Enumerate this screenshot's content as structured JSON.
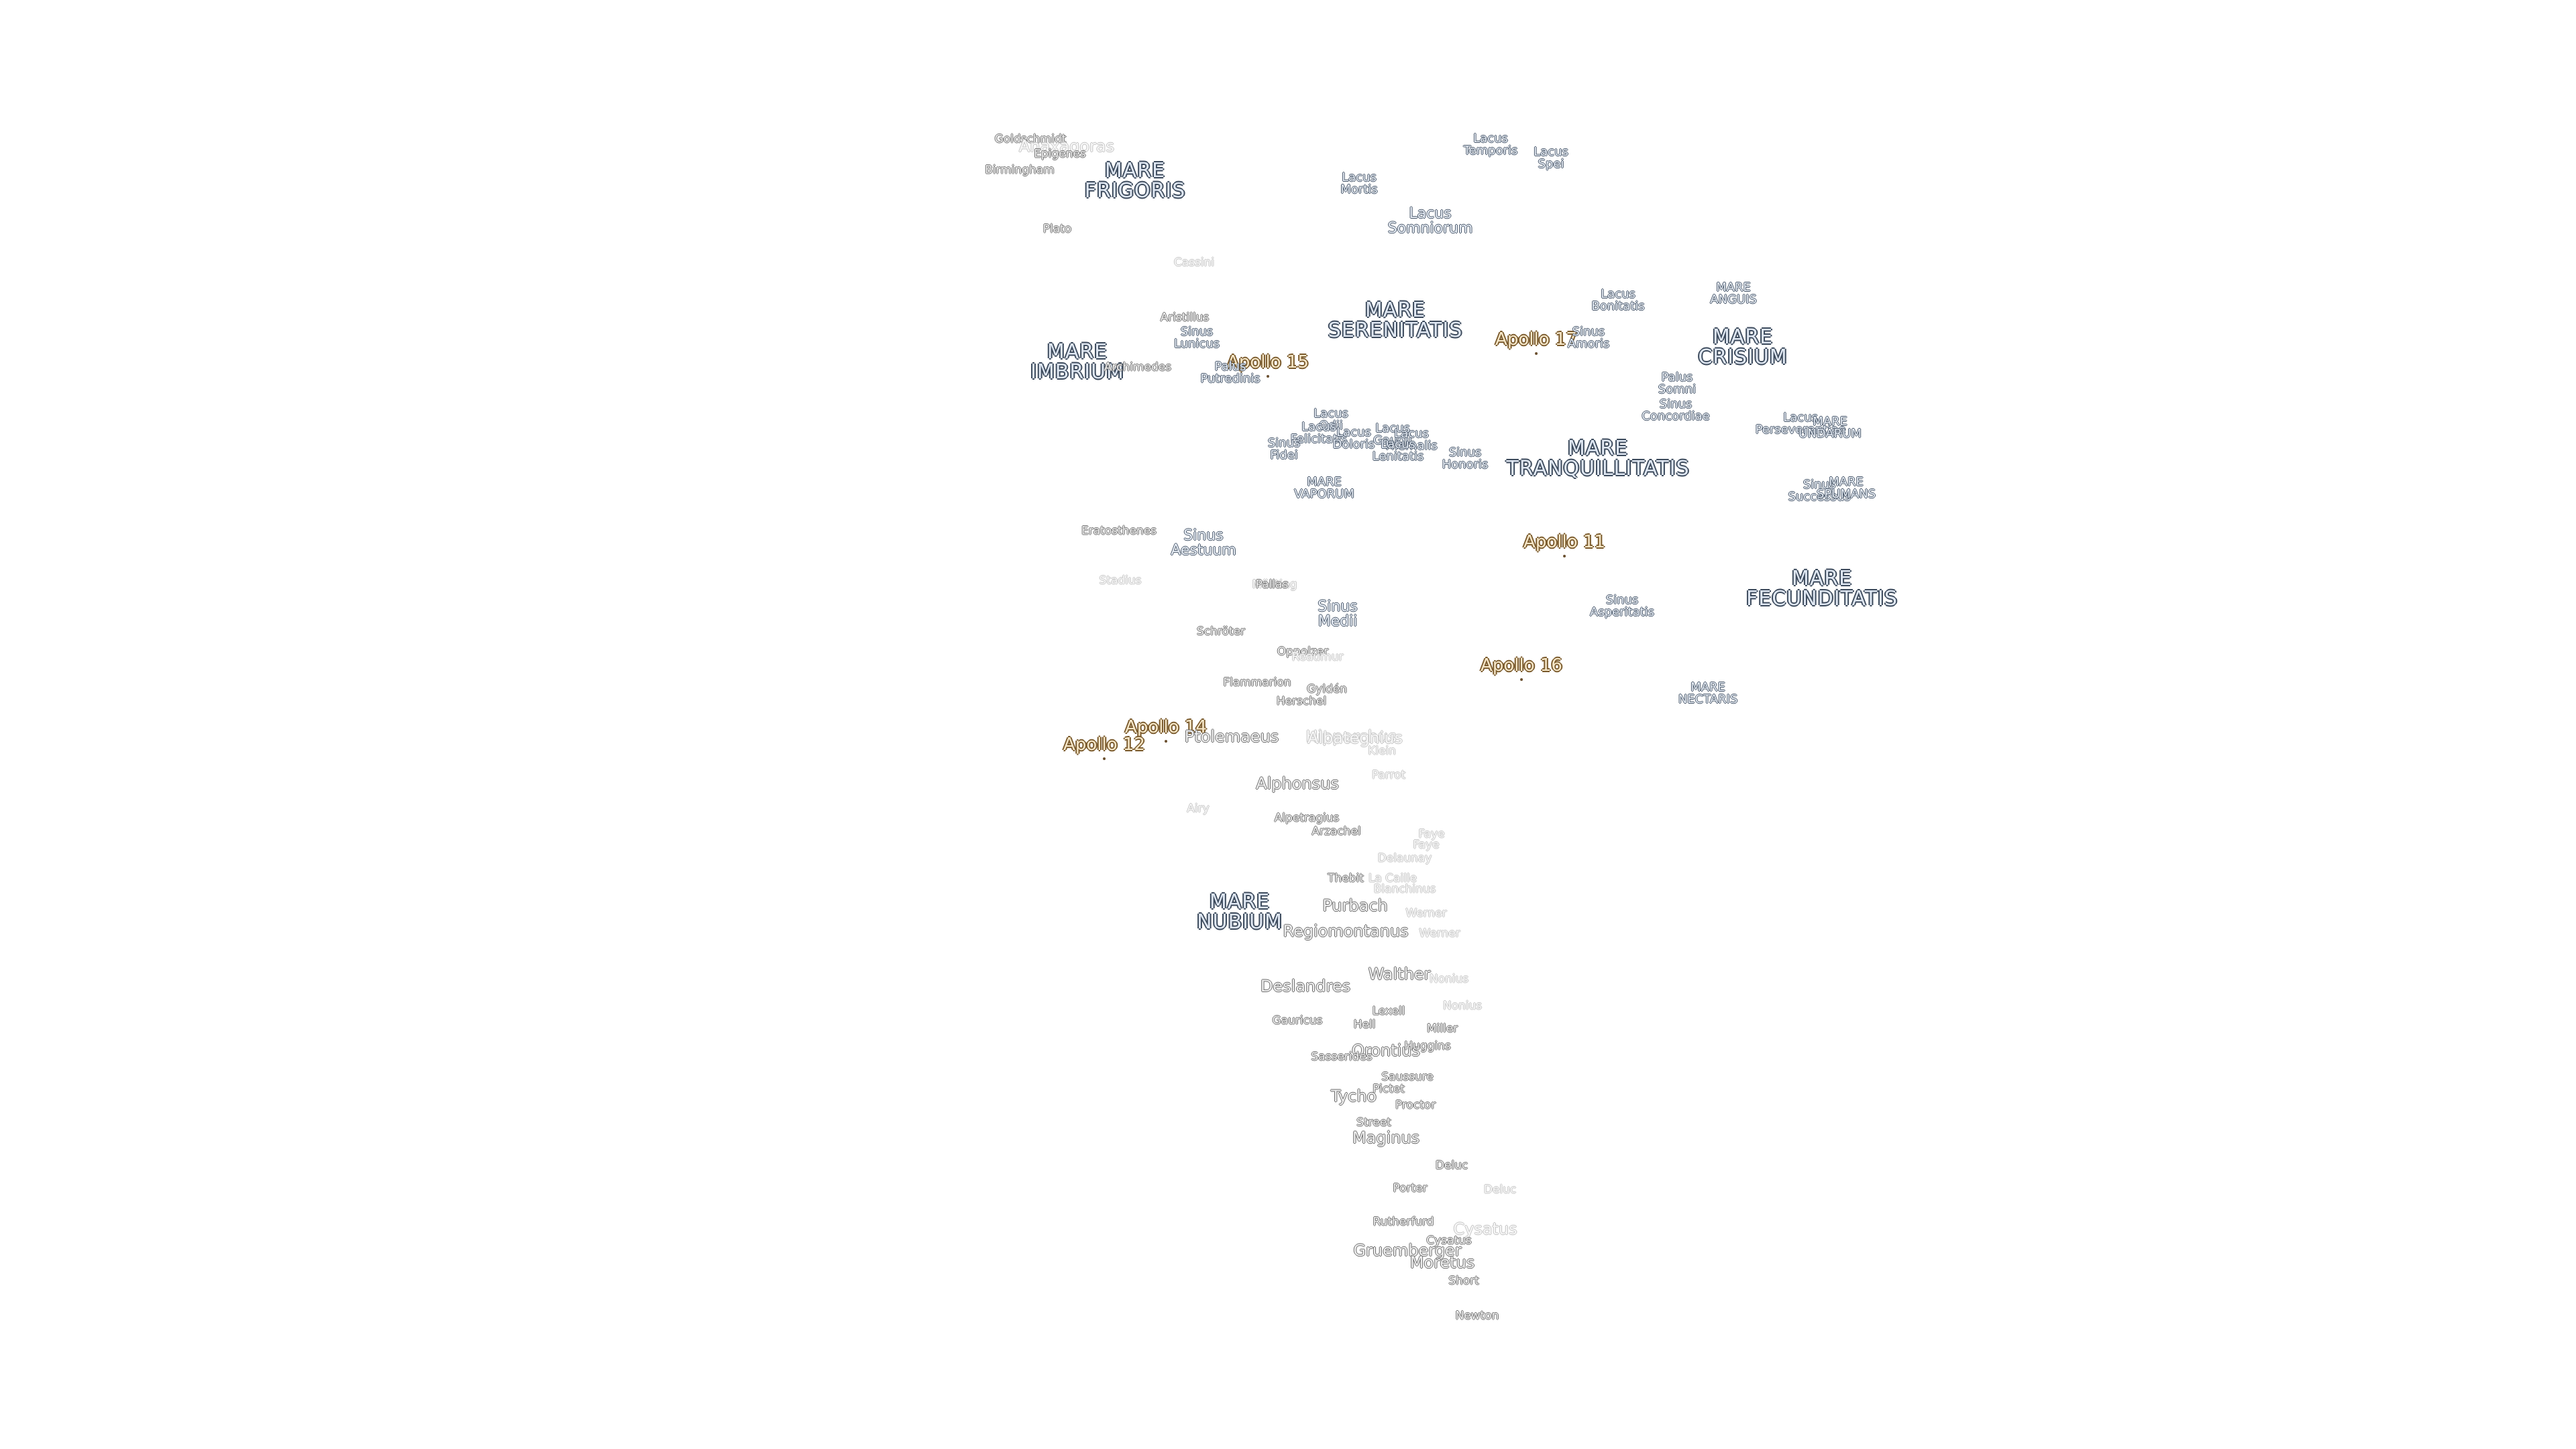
{
  "labels": {
    "mare_frigoris": [
      "MARE",
      "FRIGORIS"
    ],
    "mare_imbrium": [
      "MARE",
      "IMBRIUM"
    ],
    "mare_serenitatis": [
      "MARE",
      "SERENITATIS"
    ],
    "mare_tranquillitatis": [
      "MARE",
      "TRANQUILLITATIS"
    ],
    "mare_crisium": [
      "MARE",
      "CRISIUM"
    ],
    "mare_fecunditatis": [
      "MARE",
      "FECUNDITATIS"
    ],
    "mare_nectaris": [
      "MARE",
      "NECTARIS"
    ],
    "mare_vaporum": [
      "MARE",
      "VAPORUM"
    ],
    "mare_anguis": [
      "MARE",
      "ANGUIS"
    ],
    "mare_undarum": [
      "MARE",
      "UNDARUM"
    ],
    "mare_spumans": [
      "MARE",
      "SPUMANS"
    ],
    "mare_nubium": [
      "MARE",
      "NUBIUM"
    ],
    "lacus_temporis": [
      "Lacus",
      "Temporis"
    ],
    "lacus_spei": [
      "Lacus",
      "Spei"
    ],
    "lacus_mortis": [
      "Lacus",
      "Mortis"
    ],
    "lacus_somniorum": [
      "Lacus",
      "Somniorum"
    ],
    "lacus_bonitatis": [
      "Lacus",
      "Bonitatis"
    ],
    "sinus_amoris": [
      "Sinus",
      "Amoris"
    ],
    "palus_somni": [
      "Palus",
      "Somni"
    ],
    "sinus_concordiae": [
      "Sinus",
      "Concordiae"
    ],
    "lacus_perseverantiae": [
      "Lacus",
      "Perseverantiae"
    ],
    "sinus_successus": [
      "Sinus",
      "Successus"
    ],
    "sinus_lunicus": [
      "Sinus",
      "Lunicus"
    ],
    "palus_putredinis": [
      "Palus",
      "Putredinis"
    ],
    "lacus_odii": [
      "Lacus",
      "Odii"
    ],
    "lacus_felicitatis": [
      "Lacus",
      "Felicitatis"
    ],
    "lacus_doloris": [
      "Lacus",
      "Doloris"
    ],
    "lacus_gaudii": [
      "Lacus",
      "Gaudii"
    ],
    "lacus_hiemalis": [
      "Lacus",
      "Hiemalis"
    ],
    "lacus_lenitatis": [
      "Lacus",
      "Lenitatis"
    ],
    "sinus_fidei": [
      "Sinus",
      "Fidei"
    ],
    "sinus_honoris": [
      "Sinus",
      "Honoris"
    ],
    "sinus_aestuum": [
      "Sinus",
      "Aestuum"
    ],
    "sinus_medii": [
      "Sinus",
      "Medii"
    ],
    "sinus_asperitatis": [
      "Sinus",
      "Asperitatis"
    ],
    "apollo_15": "Apollo 15",
    "apollo_17": "Apollo 17",
    "apollo_11": "Apollo 11",
    "apollo_16": "Apollo 16",
    "apollo_14": "Apollo 14",
    "apollo_12": "Apollo 12",
    "goldschmidt": "Goldschmidt",
    "anaxagoras": "Anaxagoras",
    "epigenes": "Epigenes",
    "birmingham": "Birmingham",
    "plato": "Plato",
    "cassini": "Cassini",
    "aristillus": "Aristillus",
    "archimedes": "Archimedes",
    "eratosthenes": "Eratosthenes",
    "stadius": "Stadius",
    "mosting": "Mösting",
    "pallas": "Pallas",
    "schroter": "Schröter",
    "oppolzer": "Oppolzer",
    "reaumur": "Réaumur",
    "flammarion": "Flammarion",
    "gylden": "Gyldén",
    "herschel": "Herschel",
    "ptolemaeus": "Ptolemaeus",
    "hipparchus": "Hipparchus",
    "albategnius": "Albategnius",
    "klein": "Klein",
    "alphonsus": "Alphonsus",
    "parrot": "Parrot",
    "alpetragius": "Alpetragius",
    "arzachel": "Arzachel",
    "airy": "Airy",
    "faye": "Faye",
    "delaunay": "Delaunay",
    "thebit": "Thebit",
    "lacaille": "La Caille",
    "blanchinus": "Blanchinus",
    "purbach": "Purbach",
    "werner": "Werner",
    "regiomontanus": "Regiomontanus",
    "walther": "Walther",
    "nonius": "Nonius",
    "deslandres": "Deslandres",
    "lexell": "Lexell",
    "hell": "Hell",
    "gauricus": "Gauricus",
    "miller": "Miller",
    "orontius": "Orontius",
    "sasserides": "Sasserides",
    "huggins": "Huggins",
    "saussure": "Saussure",
    "tycho": "Tycho",
    "pictet": "Pictet",
    "proctor": "Proctor",
    "street": "Street",
    "maginus": "Maginus",
    "deluc": "Deluc",
    "porter": "Porter",
    "rutherfurd": "Rutherfurd",
    "cysatus": "Cysatus",
    "gruemberger": "Gruemberger",
    "moretus": "Moretus",
    "short": "Short",
    "newton": "Newton"
  }
}
